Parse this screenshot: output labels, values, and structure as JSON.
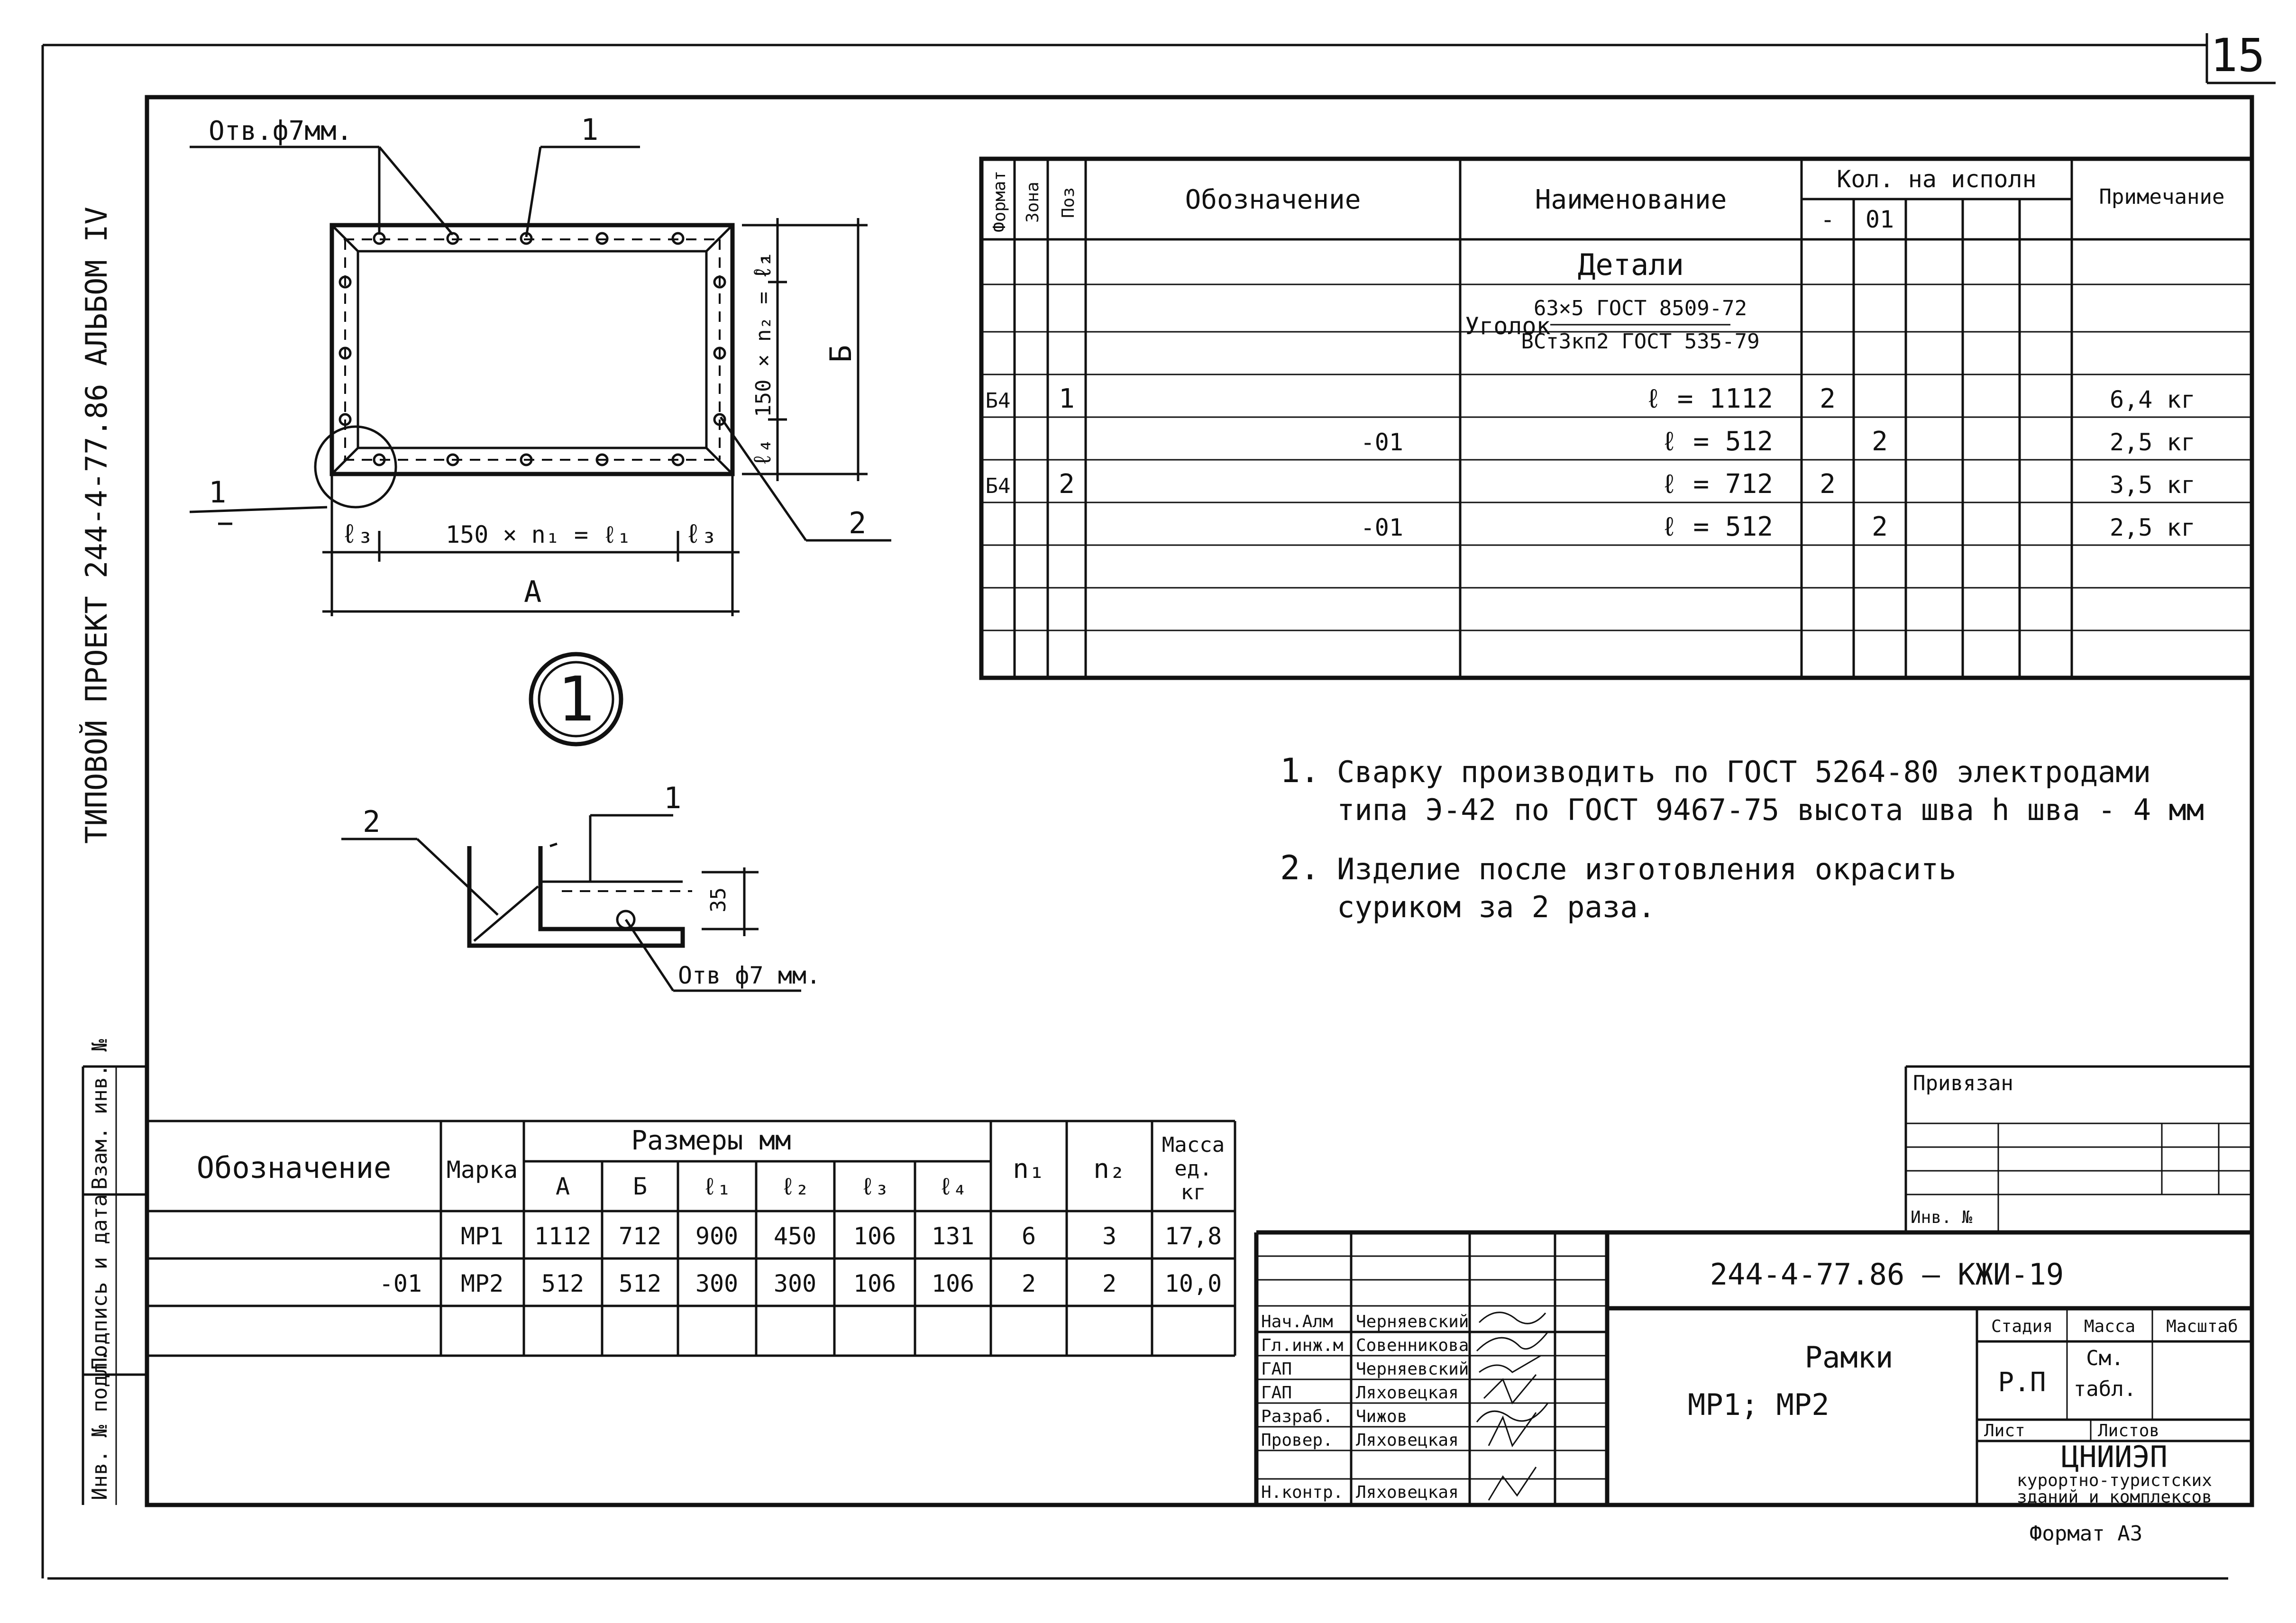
{
  "sheet_number": "15",
  "side_title": "ТИПОВОЙ ПРОЕКТ 244-4-77.86 АЛЬБОМ IV",
  "drawing": {
    "hole_label_top": "Отв.ф7мм.",
    "hole_label_bottom": "Отв ф7 мм.",
    "callout_1": "1",
    "callout_2": "2",
    "section_mark": "1",
    "dim_l1_text": "150 × n₁ = ℓ₁",
    "dim_l3_left": "ℓ₃",
    "dim_l3_right": "ℓ₃",
    "dim_A": "A",
    "dim_B": "Б",
    "dim_l1_side": "ℓ₁",
    "dim_l2_side": "150 × n₂ = ℓ₂",
    "dim_l4_side": "ℓ₄",
    "dim_35": "35",
    "detail_mark": "1",
    "section_label_1": "1",
    "section_label_2": "2"
  },
  "spec_table": {
    "headers": {
      "format": "Формат",
      "zone": "Зона",
      "pos": "Поз",
      "designation": "Обозначение",
      "name": "Наименование",
      "qty": "Кол. на исполн",
      "qty_a": "-",
      "qty_b": "01",
      "note": "Примечание"
    },
    "section_title": "Детали",
    "profile_label": "Уголок",
    "profile_numerator": "63×5 ГОСТ 8509-72",
    "profile_denominator": "ВСт3кп2 ГОСТ 535-79",
    "rows": [
      {
        "format": "Б4",
        "pos": "1",
        "designation": "",
        "name": "ℓ = 1112",
        "qty_a": "2",
        "qty_b": "",
        "note": "6,4 кг"
      },
      {
        "format": "",
        "pos": "",
        "designation": "-01",
        "name": "ℓ = 512",
        "qty_a": "",
        "qty_b": "2",
        "note": "2,5 кг"
      },
      {
        "format": "Б4",
        "pos": "2",
        "designation": "",
        "name": "ℓ = 712",
        "qty_a": "2",
        "qty_b": "",
        "note": "3,5 кг"
      },
      {
        "format": "",
        "pos": "",
        "designation": "-01",
        "name": "ℓ = 512",
        "qty_a": "",
        "qty_b": "2",
        "note": "2,5 кг"
      }
    ]
  },
  "notes": [
    {
      "num": "1.",
      "line1": "Сварку производить по ГОСТ 5264-80 электродами",
      "line2": "типа Э-42 по ГОСТ 9467-75 высота шва h шва - 4 мм"
    },
    {
      "num": "2.",
      "line1": "Изделие после изготовления окрасить",
      "line2": "суриком за 2 раза."
    }
  ],
  "dim_table": {
    "headers": {
      "designation": "Обозначение",
      "mark": "Марка",
      "dims": "Размеры мм",
      "A": "А",
      "B": "Б",
      "l1": "ℓ₁",
      "l2": "ℓ₂",
      "l3": "ℓ₃",
      "l4": "ℓ₄",
      "n1": "n₁",
      "n2": "n₂",
      "mass": "Масса",
      "mass2": "ед.",
      "mass3": "кг"
    },
    "rows": [
      {
        "designation": "",
        "mark": "МР1",
        "A": "1112",
        "B": "712",
        "l1": "900",
        "l2": "450",
        "l3": "106",
        "l4": "131",
        "n1": "6",
        "n2": "3",
        "mass": "17,8"
      },
      {
        "designation": "-01",
        "mark": "МР2",
        "A": "512",
        "B": "512",
        "l1": "300",
        "l2": "300",
        "l3": "106",
        "l4": "106",
        "n1": "2",
        "n2": "2",
        "mass": "10,0"
      }
    ]
  },
  "left_strip": [
    "Взам. инв. №",
    "Подпись и дата",
    "Инв. № подл."
  ],
  "binding": {
    "label": "Привязан",
    "inv_label": "Инв. №"
  },
  "title_block": {
    "code": "244-4-77.86 — КЖИ-19",
    "title_line1": "Рамки",
    "title_line2": "МР1; МР2",
    "stage_label": "Стадия",
    "mass_label": "Масса",
    "scale_label": "Масштаб",
    "stage": "Р.П",
    "mass_value_1": "См.",
    "mass_value_2": "табл.",
    "sheet_label": "Лист",
    "sheets_label": "Листов",
    "org_line1": "ЦНИИЭП",
    "org_line2": "курортно-туристских",
    "org_line3": "зданий и комплексов",
    "format": "Формат А3",
    "people": [
      {
        "role": "Нач.Алм",
        "name": "Черняевский"
      },
      {
        "role": "Гл.инж.м",
        "name": "Совенникова"
      },
      {
        "role": "ГАП",
        "name": "Черняевский"
      },
      {
        "role": "ГАП",
        "name": "Ляховецкая"
      },
      {
        "role": "Разраб.",
        "name": "Чижов"
      },
      {
        "role": "Провер.",
        "name": "Ляховецкая"
      },
      {
        "role": "Н.контр.",
        "name": "Ляховецкая"
      }
    ]
  }
}
